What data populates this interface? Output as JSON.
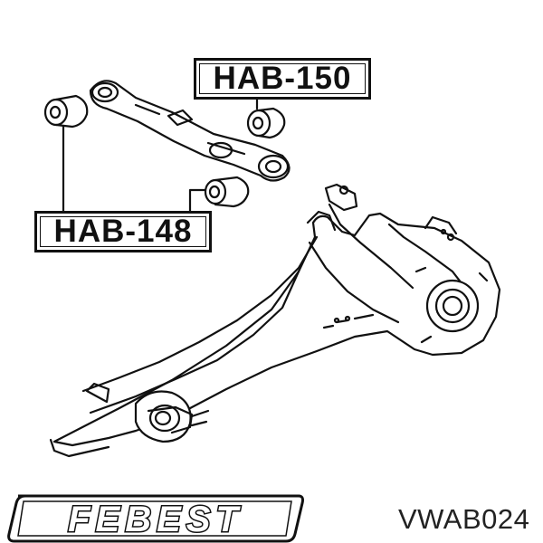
{
  "callouts": {
    "upper": "HAB-150",
    "lower": "HAB-148"
  },
  "brand": {
    "logo_text": "FEBEST"
  },
  "part_number": "VWAB024",
  "colors": {
    "ink": "#111111",
    "background": "#ffffff"
  }
}
